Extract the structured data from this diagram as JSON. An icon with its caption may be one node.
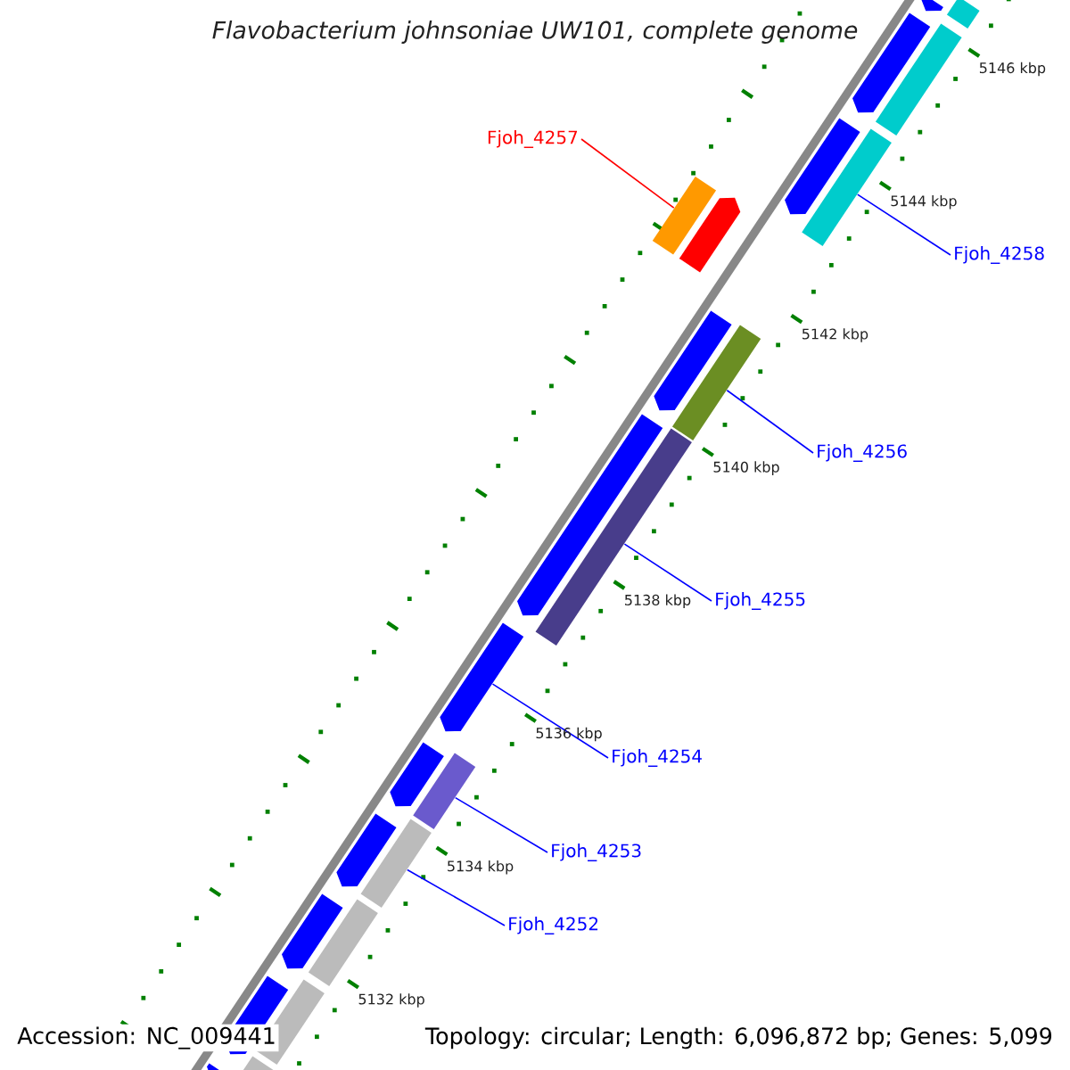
{
  "diagram": {
    "title": "Flavobacterium johnsoniae UW101, complete genome",
    "nodes": [
      {
        "text": [
          "Fjoh_4257"
        ]
      },
      {
        "text": [],
        "shape": "box"
      },
      {
        "text": [
          "Fjoh_4258"
        ]
      },
      {
        "text": [],
        "shape": "box"
      },
      {
        "text": [
          "Fjoh_4256"
        ]
      },
      {
        "text": [],
        "shape": "box"
      },
      {
        "text": [
          "Fjoh_4255"
        ]
      },
      {
        "text": [],
        "shape": "box"
      },
      {
        "text": [
          "Fjoh_4254"
        ]
      },
      {
        "text": [],
        "shape": "arrow"
      },
      {
        "text": [
          "Fjoh_4253"
        ]
      },
      {
        "text": [],
        "shape": "box"
      },
      {
        "text": [
          "Fjoh_4252"
        ]
      },
      {
        "text": [],
        "shape": "box"
      },
      {
        "text": [],
        "shape": "arrow"
      },
      {
        "text": [],
        "shape": "arrow"
      },
      {
        "text": [],
        "shape": "arrow"
      },
      {
        "text": [],
        "shape": "arrow"
      },
      {
        "text": [],
        "shape": "arrow"
      },
      {
        "text": [],
        "shape": "arrow"
      },
      {
        "text": [],
        "shape": "arrow"
      },
      {
        "text": [],
        "shape": "arrow"
      },
      {
        "text": [],
        "shape": "arrow"
      },
      {
        "text": [],
        "shape": "arrow"
      },
      {
        "text": [],
        "shape": "box"
      },
      {
        "text": [],
        "shape": "box"
      },
      {
        "text": [],
        "shape": "box"
      },
      {
        "text": [],
        "shape": "box"
      },
      {
        "text": [],
        "shape": "box"
      },
      {
        "text": [],
        "shape": "arrow"
      }
    ],
    "edges": [
      {
        "from": 0,
        "to": 1,
        "arrow": "none",
        "color": "#ff0000"
      },
      {
        "from": 2,
        "to": 3,
        "arrow": "none"
      },
      {
        "from": 4,
        "to": 5,
        "arrow": "none"
      },
      {
        "from": 6,
        "to": 7,
        "arrow": "none"
      },
      {
        "from": 8,
        "to": 9,
        "arrow": "none"
      },
      {
        "from": 10,
        "to": 11,
        "arrow": "none"
      },
      {
        "from": 12,
        "to": 13,
        "arrow": "none"
      }
    ],
    "labels": [
      "5146 kbp",
      "5144 kbp",
      "5142 kbp",
      "5140 kbp",
      "5138 kbp",
      "5136 kbp",
      "5134 kbp",
      "5132 kbp",
      "Accession: NC_009441",
      "Topology: circular; Length: 6,096,872 bp; Genes: 5,099"
    ]
  }
}
